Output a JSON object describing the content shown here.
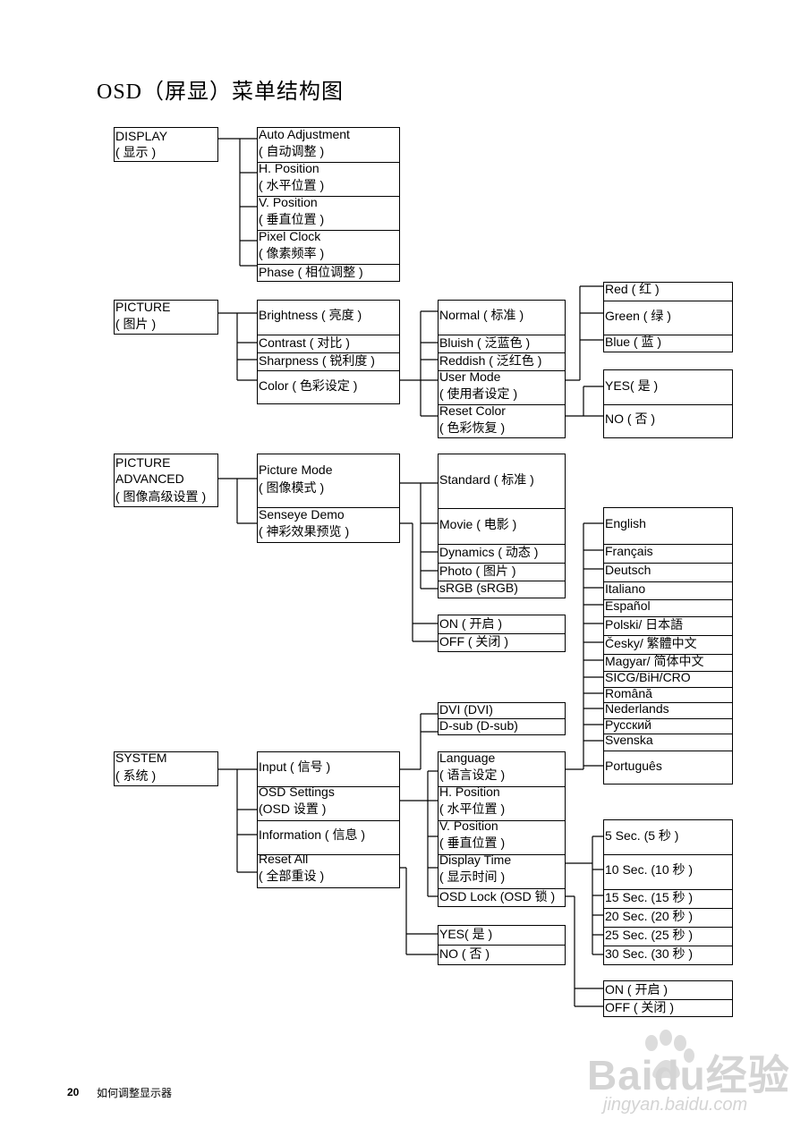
{
  "title": "OSD（屏显）菜单结构图",
  "footer": {
    "page_number": "20",
    "section": "如何调整显示器"
  },
  "watermark": {
    "brand": "Baidu经验",
    "url": "jingyan.baidu.com"
  },
  "menus": {
    "display": {
      "label": [
        "DISPLAY",
        "( 显示 )"
      ],
      "items": [
        [
          "Auto Adjustment",
          "( 自动调整 )"
        ],
        [
          "H. Position",
          "( 水平位置 )"
        ],
        [
          "V. Position",
          "( 垂直位置 )"
        ],
        [
          "Pixel Clock",
          "( 像素频率 )"
        ],
        [
          "Phase ( 相位调整 )"
        ]
      ]
    },
    "picture": {
      "label": [
        "PICTURE",
        "( 图片 )"
      ],
      "items": [
        [
          "Brightness ( 亮度 )"
        ],
        [
          "Contrast ( 对比 )"
        ],
        [
          "Sharpness ( 锐利度 )"
        ],
        [
          "Color ( 色彩设定 )"
        ]
      ],
      "color_options": [
        [
          "Normal ( 标准 )"
        ],
        [
          "Bluish ( 泛蓝色 )"
        ],
        [
          "Reddish ( 泛红色 )"
        ],
        [
          "User Mode",
          "( 使用者设定 )"
        ],
        [
          "Reset Color",
          "( 色彩恢复 )"
        ]
      ],
      "user_mode_options": [
        [
          "Red ( 红 )"
        ],
        [
          "Green ( 绿 )"
        ],
        [
          "Blue ( 蓝 )"
        ]
      ],
      "reset_options": [
        [
          "YES( 是 )"
        ],
        [
          "NO ( 否 )"
        ]
      ]
    },
    "picture_advanced": {
      "label": [
        "PICTURE",
        "ADVANCED",
        "( 图像高级设置 )"
      ],
      "items": [
        [
          "Picture Mode",
          "( 图像模式 )"
        ],
        [
          "Senseye Demo",
          "( 神彩效果预览 )"
        ]
      ],
      "mode_options": [
        [
          "Standard ( 标准 )"
        ],
        [
          "Movie ( 电影 )"
        ],
        [
          "Dynamics ( 动态 )"
        ],
        [
          "Photo ( 图片 )"
        ],
        [
          "sRGB (sRGB)"
        ]
      ],
      "demo_options": [
        [
          "ON ( 开启 )"
        ],
        [
          "OFF ( 关闭 )"
        ]
      ]
    },
    "system": {
      "label": [
        "SYSTEM",
        "( 系统 )"
      ],
      "items": [
        [
          "Input ( 信号 )"
        ],
        [
          "OSD Settings",
          "(OSD 设置 )"
        ],
        [
          "Information ( 信息 )"
        ],
        [
          "Reset All",
          "( 全部重设 )"
        ]
      ],
      "input_options": [
        [
          "DVI (DVI)"
        ],
        [
          "D-sub (D-sub)"
        ]
      ],
      "osd_options": [
        [
          "Language",
          "( 语言设定 )"
        ],
        [
          "H. Position",
          "( 水平位置 )"
        ],
        [
          "V. Position",
          "( 垂直位置 )"
        ],
        [
          "Display Time",
          "( 显示时间 )"
        ],
        [
          "OSD Lock (OSD 锁 )"
        ]
      ],
      "languages": [
        [
          "English"
        ],
        [
          "Français"
        ],
        [
          "Deutsch"
        ],
        [
          "Italiano"
        ],
        [
          "Español"
        ],
        [
          "Polski/ 日本語"
        ],
        [
          "Česky/ 繁體中文"
        ],
        [
          "Magyar/ 简体中文"
        ],
        [
          "SICG/BiH/CRO"
        ],
        [
          "Română"
        ],
        [
          "Nederlands"
        ],
        [
          "Русский"
        ],
        [
          "Svenska"
        ],
        [
          "Português"
        ]
      ],
      "display_time_options": [
        [
          "5 Sec. (5 秒 )"
        ],
        [
          "10 Sec. (10 秒 )"
        ],
        [
          "15 Sec. (15 秒 )"
        ],
        [
          "20 Sec. (20 秒 )"
        ],
        [
          "25 Sec. (25 秒 )"
        ],
        [
          "30 Sec. (30 秒 )"
        ]
      ],
      "osd_lock_options": [
        [
          "ON ( 开启 )"
        ],
        [
          "OFF ( 关闭 )"
        ]
      ],
      "reset_all_options": [
        [
          "YES( 是 )"
        ],
        [
          "NO ( 否 )"
        ]
      ]
    }
  }
}
